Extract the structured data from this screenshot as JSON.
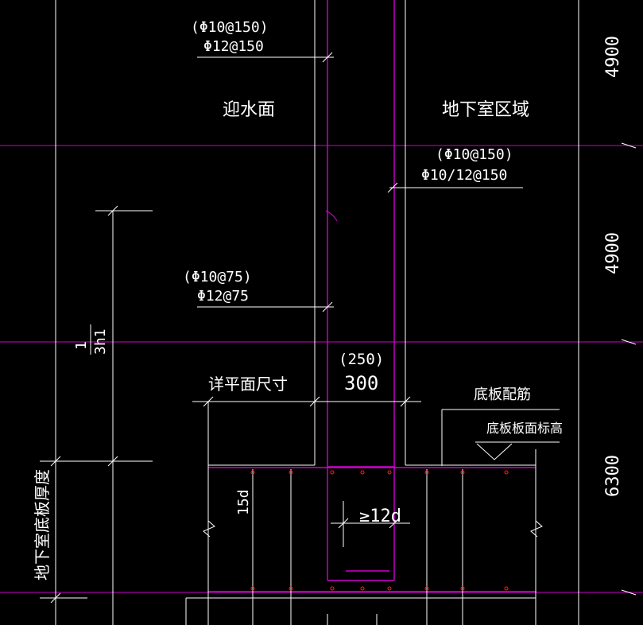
{
  "labels": {
    "top_bracket_rebar": "(Φ10@150)",
    "top_rebar": "Φ12@150",
    "water_face": "迎水面",
    "basement_area": "地下室区域",
    "right_bracket_rebar": "(Φ10@150)",
    "right_rebar": "Φ10/12@150",
    "mid_bracket_rebar": "(Φ10@75)",
    "mid_rebar": "Φ12@75",
    "h1_fraction_num": "1",
    "h1_fraction_den": "3h1",
    "plan_dim_note": "详平面尺寸",
    "wall_thick_alt": "(250)",
    "wall_thick": "300",
    "slab_rebar": "底板配筋",
    "slab_top_elev": "底板板面标高",
    "anchor_15d": "15d",
    "anchor_12d": "≥12d",
    "slab_thickness": "地下室底板厚度"
  },
  "dimensions": {
    "d1": "4900",
    "d2": "4900",
    "d3": "6300"
  },
  "colors": {
    "background": "#000000",
    "lines": "#ffffff",
    "axis": "#d000d0",
    "rebar_dots": "#ff2020"
  }
}
